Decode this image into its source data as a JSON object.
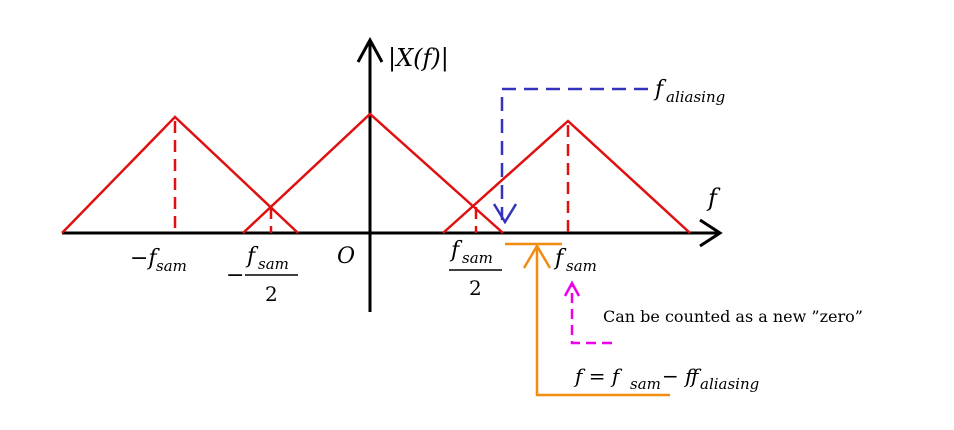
{
  "labels": {
    "y_axis": "|X(f)|",
    "x_axis": "f",
    "origin": "O",
    "neg_fsam": "−f",
    "neg_half_minus": "−",
    "half_num": "f",
    "half_den": "2",
    "pos_half_num": "f",
    "pos_half_den": "2",
    "pos_fsam": "f",
    "sub_sam": "sam",
    "f_aliasing": "f",
    "sub_aliasing": "aliasing",
    "note": "Can be counted as a new ”zero”",
    "eq_f": "f = f",
    "eq_minus": " − f"
  },
  "colors": {
    "spectrum": "#e01010",
    "aliasing_arrow": "#3333bb",
    "zero_arrow": "#ee00ee",
    "result_arrow": "#f28c10",
    "axis": "#000000"
  }
}
